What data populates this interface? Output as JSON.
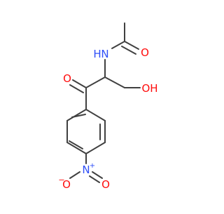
{
  "molecule": {
    "atoms": {
      "O_acetyl": {
        "symbol": "O",
        "color": "#ff0d0d"
      },
      "N_amide": {
        "symbol": "N",
        "color": "#3050f8"
      },
      "O_ketone": {
        "symbol": "O",
        "color": "#ff0d0d"
      },
      "OH": {
        "symbol": "OH",
        "color": "#ff0d0d"
      },
      "N_nitro": {
        "symbol": "N",
        "color": "#3050f8",
        "charge": "+"
      },
      "O_nitro_left": {
        "symbol": "O",
        "color": "#ff0d0d",
        "charge": "−"
      },
      "O_nitro_right": {
        "symbol": "O",
        "color": "#ff0d0d"
      }
    },
    "bond_color": "#404040"
  }
}
